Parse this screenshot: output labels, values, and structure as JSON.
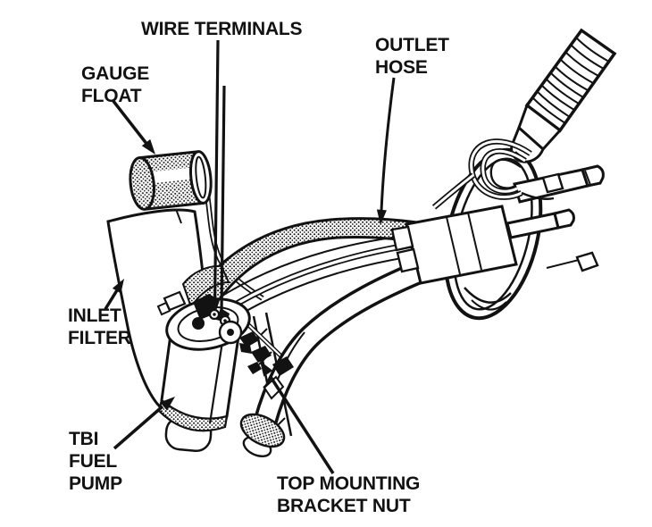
{
  "colors": {
    "ink": "#121212",
    "paper": "#ffffff"
  },
  "labels": {
    "wire_terminals": {
      "line1": "WIRE TERMINALS"
    },
    "gauge_float": {
      "line1": "GAUGE",
      "line2": "FLOAT"
    },
    "outlet_hose": {
      "line1": "OUTLET",
      "line2": "HOSE"
    },
    "inlet_filter": {
      "line1": "INLET",
      "line2": "FILTER"
    },
    "tbi_fuel_pump": {
      "line1": "TBI",
      "line2": "FUEL",
      "line3": "PUMP"
    },
    "top_mounting_bracket_nut": {
      "line1": "TOP MOUNTING",
      "line2": "BRACKET NUT"
    }
  }
}
